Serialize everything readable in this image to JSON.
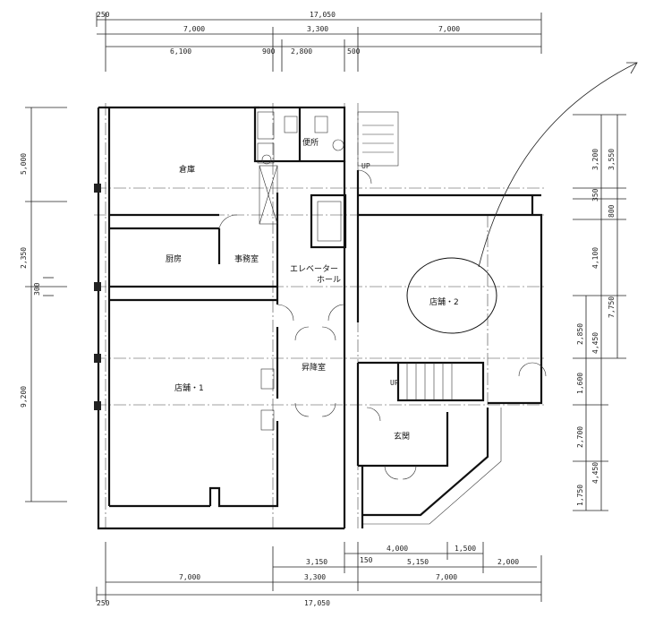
{
  "rooms": {
    "storage": "倉庫",
    "kitchen": "厨房",
    "office": "事務室",
    "toilet": "便所",
    "elevator_hall_1": "エレベーター",
    "elevator_hall_2": "ホール",
    "shop1": "店舗・1",
    "shop2": "店舗・2",
    "lobby": "昇降室",
    "entrance": "玄関",
    "up1": "UP",
    "up2": "UP"
  },
  "dims_top": {
    "row1": [
      "250",
      "17,050"
    ],
    "row2": [
      "7,000",
      "3,300",
      "7,000"
    ],
    "row3": [
      "6,100",
      "900",
      "2,800",
      "500"
    ]
  },
  "dims_bottom": {
    "row1": [
      "4,000",
      "1,500"
    ],
    "row2": [
      "3,150",
      "150",
      "5,150",
      "2,000"
    ],
    "row3": [
      "7,000",
      "3,300",
      "7,000"
    ],
    "row4": [
      "250",
      "17,050"
    ]
  },
  "dims_left": [
    "5,000",
    "2,350",
    "300",
    "9,200"
  ],
  "dims_right": [
    "3,200",
    "3,550",
    "350",
    "800",
    "4,100",
    "7,750",
    "2,850",
    "4,450",
    "1,600",
    "2,700",
    "4,450",
    "1,750"
  ]
}
